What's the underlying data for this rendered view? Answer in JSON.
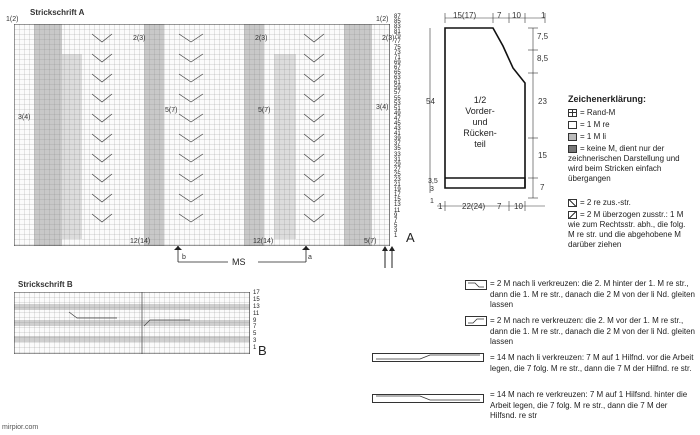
{
  "chart_a": {
    "title": "Strickschrift A",
    "corner_left": "1(2)",
    "corner_right": "1(2)",
    "row_numbers": [
      "87",
      "85",
      "83",
      "81",
      "79",
      "77",
      "75",
      "73",
      "71",
      "69",
      "67",
      "65",
      "63",
      "61",
      "59",
      "57",
      "55",
      "53",
      "51",
      "49",
      "47",
      "45",
      "43",
      "41",
      "39",
      "37",
      "35",
      "33",
      "31",
      "29",
      "27",
      "25",
      "23",
      "21",
      "19",
      "17",
      "15",
      "13",
      "11",
      "9",
      "7",
      "5",
      "3",
      "1"
    ],
    "inner_labels": [
      "2(3)",
      "2(3)",
      "2(3)",
      "3(4)",
      "5(7)",
      "5(7)",
      "3(4)",
      "12(14)",
      "12(14)",
      "5(7)"
    ],
    "marker_b": "b",
    "marker_a": "a",
    "ms_label": "MS",
    "letter": "A"
  },
  "chart_b": {
    "title": "Strickschrift B",
    "row_numbers": [
      "17",
      "15",
      "13",
      "11",
      "9",
      "7",
      "5",
      "3",
      "1"
    ],
    "letter": "B"
  },
  "schematic": {
    "top_dims": [
      "15(17)",
      "7",
      "10",
      "1"
    ],
    "right_dims": [
      "7,5",
      "8,5",
      "23",
      "15",
      "7"
    ],
    "left_dim": "54",
    "left_small": [
      "3,5",
      "3"
    ],
    "left_small2": "1",
    "bottom_dims": [
      "1",
      "22(24)",
      "7",
      "10"
    ],
    "piece_label": [
      "1/2",
      "Vorder-",
      "und",
      "Rücken-",
      "teil"
    ]
  },
  "legend": {
    "title": "Zeichenerklärung:",
    "items": [
      "= Rand-M",
      "= 1 M re",
      "= 1 M li",
      "= keine M, dient nur der zeichnerischen Darstellung und wird beim Stricken einfach übergangen",
      "= 2 re zus.-str.",
      "= 2 M überzogen zusstr.: 1 M wie zum Rechtsstr. abh., die folg. M re str. und die abgehobene M darüber ziehen"
    ]
  },
  "cables": [
    "= 2 M nach li verkreuzen: die 2. M hinter der 1. M re str., dann die 1. M re str., danach die 2 M von der li Nd. gleiten lassen",
    "= 2 M nach re verkreuzen: die 2. M vor der 1. M re str., dann die 1. M re str., danach die 2 M von der li Nd. gleiten lassen",
    "= 14 M nach li verkreuzen: 7 M auf 1 Hilfnd. vor die Arbeit legen, die 7 folg. M re str., dann die 7 M der Hilfnd. re str.",
    "= 14 M nach re verkreuzen: 7 M auf 1 Hilfsnd. hinter die Arbeit legen, die 7 folg. M re str., dann die 7 M der Hilfsnd. re str"
  ],
  "watermark": "mirpior.com"
}
